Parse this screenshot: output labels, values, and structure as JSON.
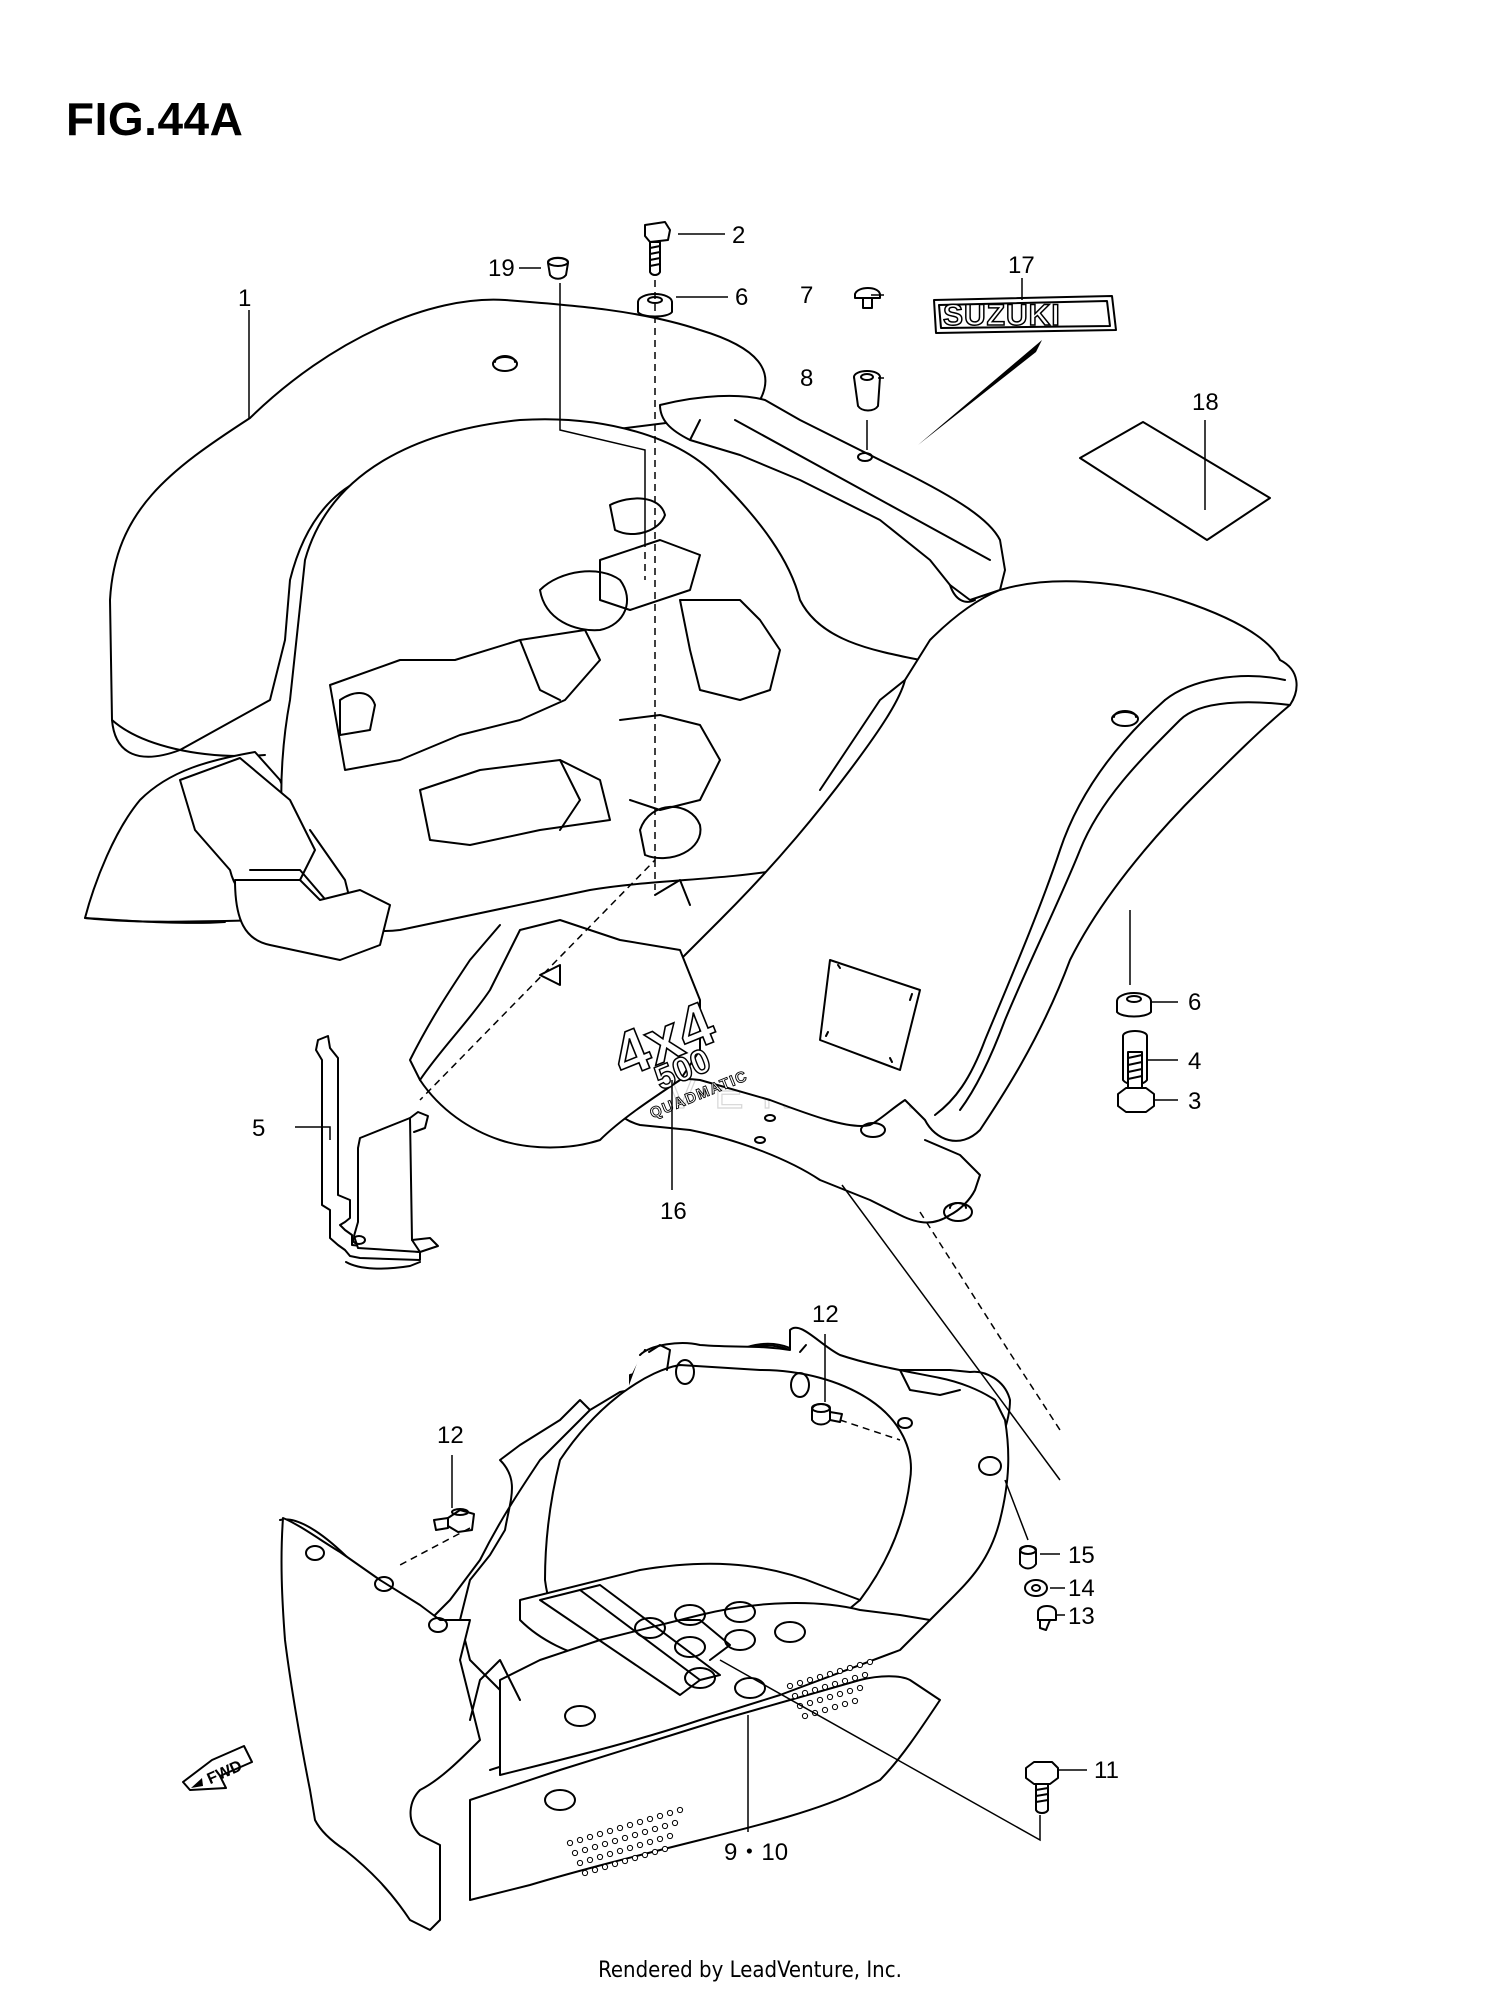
{
  "figure": {
    "title": "FIG.44A"
  },
  "footer": {
    "text": "Rendered by LeadVenture, Inc."
  },
  "watermark": {
    "text": "LEADVENTURE"
  },
  "decal": {
    "brand": "SUZUKI"
  },
  "emblem": {
    "line1": "4x4",
    "line2": "500",
    "line3": "QUADMATIC"
  },
  "fwd": {
    "text": "FWD"
  },
  "callouts": [
    {
      "id": "c1",
      "label": "1"
    },
    {
      "id": "c2",
      "label": "2"
    },
    {
      "id": "c3",
      "label": "3"
    },
    {
      "id": "c4",
      "label": "4"
    },
    {
      "id": "c5",
      "label": "5"
    },
    {
      "id": "c6a",
      "label": "6"
    },
    {
      "id": "c6b",
      "label": "6"
    },
    {
      "id": "c7",
      "label": "7"
    },
    {
      "id": "c8",
      "label": "8"
    },
    {
      "id": "c910",
      "label": "9・10"
    },
    {
      "id": "c11",
      "label": "11"
    },
    {
      "id": "c12a",
      "label": "12"
    },
    {
      "id": "c12b",
      "label": "12"
    },
    {
      "id": "c13",
      "label": "13"
    },
    {
      "id": "c14",
      "label": "14"
    },
    {
      "id": "c15",
      "label": "15"
    },
    {
      "id": "c16",
      "label": "16"
    },
    {
      "id": "c17",
      "label": "17"
    },
    {
      "id": "c18",
      "label": "18"
    },
    {
      "id": "c19",
      "label": "19"
    }
  ]
}
